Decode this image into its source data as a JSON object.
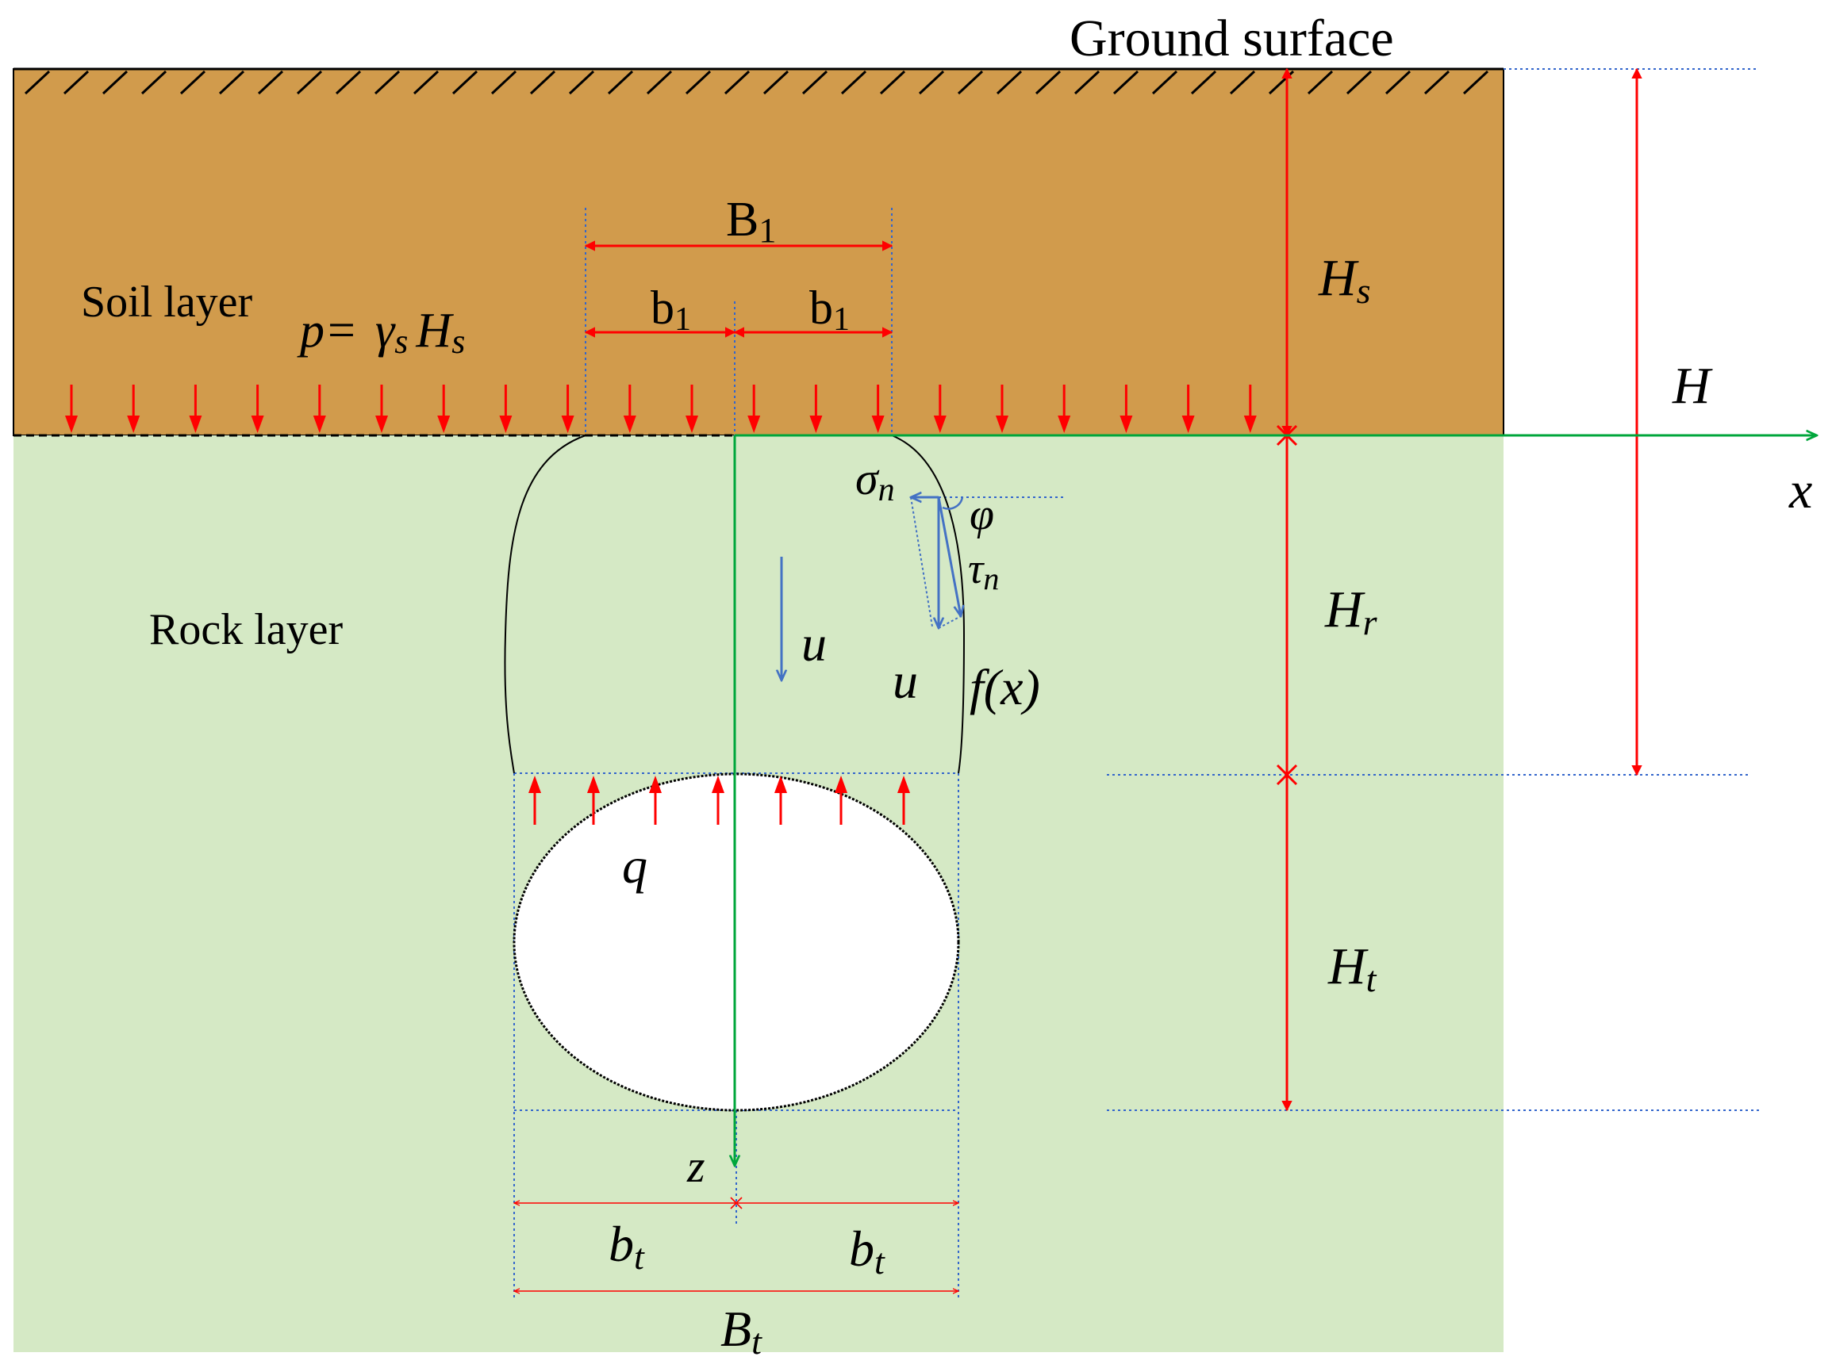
{
  "labels": {
    "ground_surface": "Ground surface",
    "soil_layer": "Soil layer",
    "rock_layer": "Rock layer",
    "p_eq": "p=",
    "gamma": "γ",
    "gamma_sub": "s",
    "H_main": "H",
    "H_sub": "s",
    "B1_main": "B",
    "B1_sub": "1",
    "b1_main": "b",
    "b1_sub": "1",
    "Hs_main": "H",
    "Hs_sub": "s",
    "H": "H",
    "x": "x",
    "z": "z",
    "Hr_main": "H",
    "Hr_sub": "r",
    "Ht_main": "H",
    "Ht_sub": "t",
    "sigma_main": "σ",
    "sigma_sub": "n",
    "phi": "φ",
    "tau_main": "τ",
    "tau_sub": "n",
    "u": "u",
    "fx": "f(x)",
    "q": "q",
    "bt_main": "b",
    "bt_sub": "t",
    "Bt_main": "B",
    "Bt_sub": "t"
  },
  "colors": {
    "soil": "#D19B4C",
    "rock": "#D5E9C5",
    "dimension": "#FF0000",
    "axis": "#00A63B",
    "force": "#4472C4",
    "guide": "#3366CC"
  }
}
